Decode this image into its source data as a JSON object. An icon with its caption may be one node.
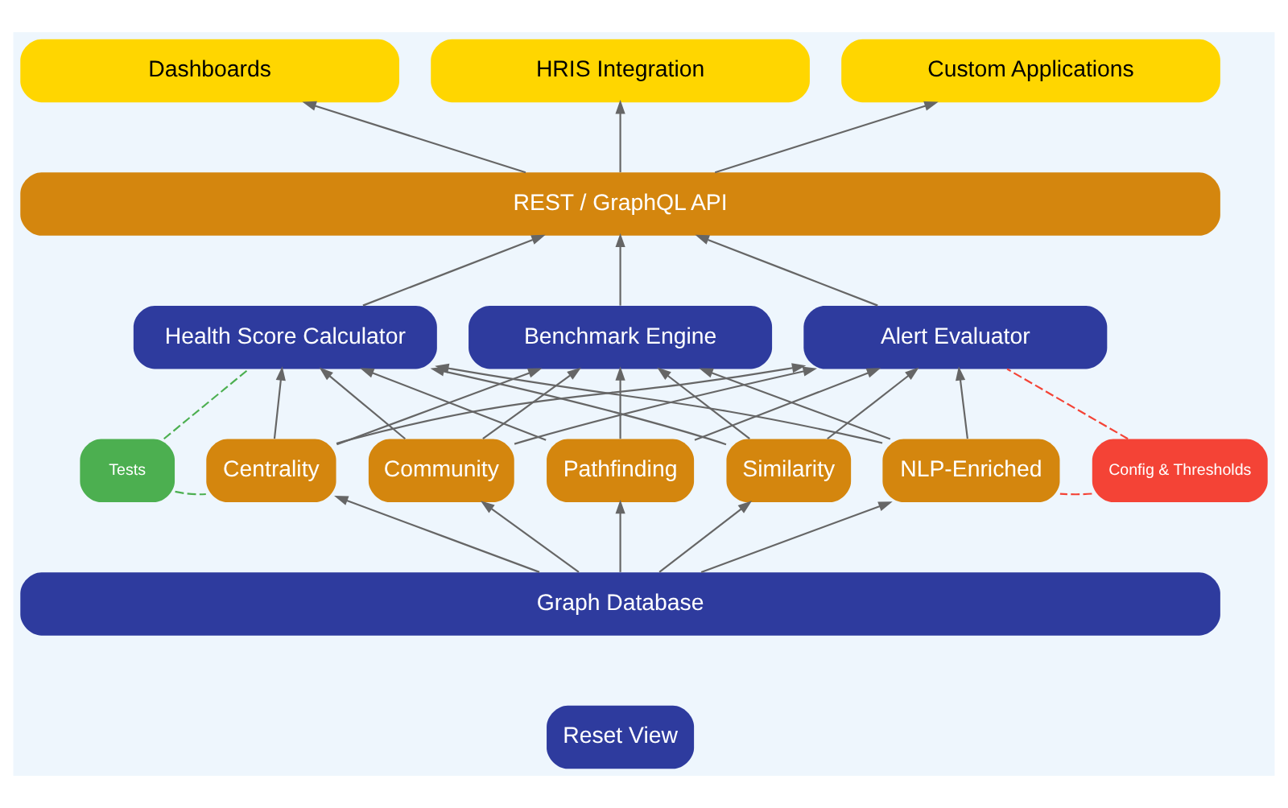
{
  "diagram": {
    "nodes": [
      {
        "text": [
          "Dashboards"
        ]
      },
      {
        "text": [
          "HRIS Integration"
        ]
      },
      {
        "text": [
          "Custom Applications"
        ]
      },
      {
        "text": [
          "REST / GraphQL API"
        ]
      },
      {
        "text": [
          "Health Score Calculator"
        ]
      },
      {
        "text": [
          "Benchmark Engine"
        ]
      },
      {
        "text": [
          "Alert Evaluator"
        ]
      },
      {
        "text": [
          "Tests"
        ]
      },
      {
        "text": [
          "Config & Thresholds"
        ]
      },
      {
        "text": [
          "Centrality"
        ]
      },
      {
        "text": [
          "Community"
        ]
      },
      {
        "text": [
          "Pathfinding"
        ]
      },
      {
        "text": [
          "Similarity"
        ]
      },
      {
        "text": [
          "NLP-Enriched"
        ]
      },
      {
        "text": [
          "Graph Database"
        ]
      }
    ],
    "edges": [
      {
        "from": 3,
        "to": 0,
        "arrow": "to"
      },
      {
        "from": 3,
        "to": 1,
        "arrow": "to"
      },
      {
        "from": 3,
        "to": 2,
        "arrow": "to"
      },
      {
        "from": 4,
        "to": 3,
        "arrow": "to"
      },
      {
        "from": 5,
        "to": 3,
        "arrow": "to"
      },
      {
        "from": 6,
        "to": 3,
        "arrow": "to"
      },
      {
        "from": 9,
        "to": 4,
        "arrow": "to"
      },
      {
        "from": 9,
        "to": 5,
        "arrow": "to"
      },
      {
        "from": 9,
        "to": 6,
        "arrow": "to"
      },
      {
        "from": 10,
        "to": 4,
        "arrow": "to"
      },
      {
        "from": 10,
        "to": 5,
        "arrow": "to"
      },
      {
        "from": 10,
        "to": 6,
        "arrow": "to"
      },
      {
        "from": 11,
        "to": 4,
        "arrow": "to"
      },
      {
        "from": 11,
        "to": 5,
        "arrow": "to"
      },
      {
        "from": 11,
        "to": 6,
        "arrow": "to"
      },
      {
        "from": 12,
        "to": 4,
        "arrow": "to"
      },
      {
        "from": 12,
        "to": 5,
        "arrow": "to"
      },
      {
        "from": 12,
        "to": 6,
        "arrow": "to"
      },
      {
        "from": 13,
        "to": 4,
        "arrow": "to"
      },
      {
        "from": 13,
        "to": 5,
        "arrow": "to"
      },
      {
        "from": 13,
        "to": 6,
        "arrow": "to"
      },
      {
        "from": 14,
        "to": 9,
        "arrow": "to"
      },
      {
        "from": 14,
        "to": 10,
        "arrow": "to"
      },
      {
        "from": 14,
        "to": 11,
        "arrow": "to"
      },
      {
        "from": 14,
        "to": 12,
        "arrow": "to"
      },
      {
        "from": 14,
        "to": 13,
        "arrow": "to"
      },
      {
        "from": 7,
        "to": 4,
        "arrow": "none",
        "style": "dashed",
        "color": "#4caf50"
      },
      {
        "from": 7,
        "to": 9,
        "arrow": "none",
        "style": "dashed",
        "color": "#4caf50"
      },
      {
        "from": 8,
        "to": 6,
        "arrow": "none",
        "style": "dashed",
        "color": "#f44336"
      },
      {
        "from": 8,
        "to": 13,
        "arrow": "none",
        "style": "dashed",
        "color": "#f44336"
      }
    ],
    "labels": [
      "Reset View"
    ]
  }
}
